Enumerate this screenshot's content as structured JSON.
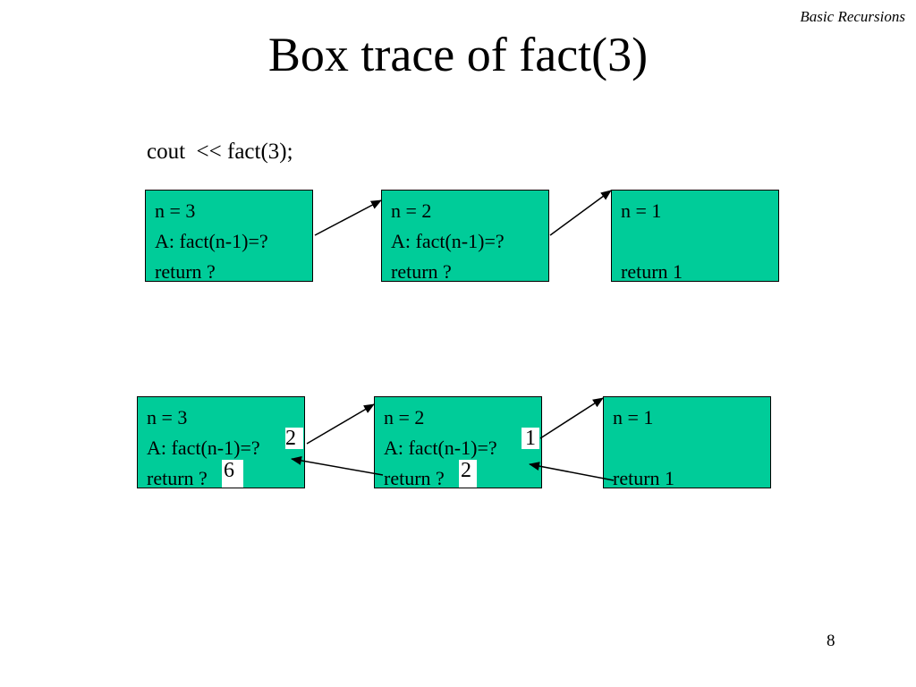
{
  "header_tag": "Basic Recursions",
  "title": "Box trace of fact(3)",
  "code_line": "cout  << fact(3);",
  "row1": {
    "boxes": [
      {
        "line1": "n = 3",
        "line2": "A: fact(n-1)=?",
        "line3": "return ?"
      },
      {
        "line1": "n = 2",
        "line2": "A: fact(n-1)=?",
        "line3": "return ?"
      },
      {
        "line1": "n = 1",
        "line2": "",
        "line3": "return 1"
      }
    ]
  },
  "row2": {
    "boxes": [
      {
        "line1": "n = 3",
        "line2": "A: fact(n-1)=?",
        "line3": "return ?"
      },
      {
        "line1": "n = 2",
        "line2": "A: fact(n-1)=?",
        "line3": "return ?"
      },
      {
        "line1": "n = 1",
        "line2": "",
        "line3": "return 1"
      }
    ],
    "overrides": {
      "box1_a_value": "2",
      "box1_return_value": "6",
      "box2_a_value": "1",
      "box2_return_value": "2"
    }
  },
  "page_number": "8",
  "colors": {
    "box_fill": "#00cc99",
    "border": "#000000",
    "background": "#ffffff"
  }
}
